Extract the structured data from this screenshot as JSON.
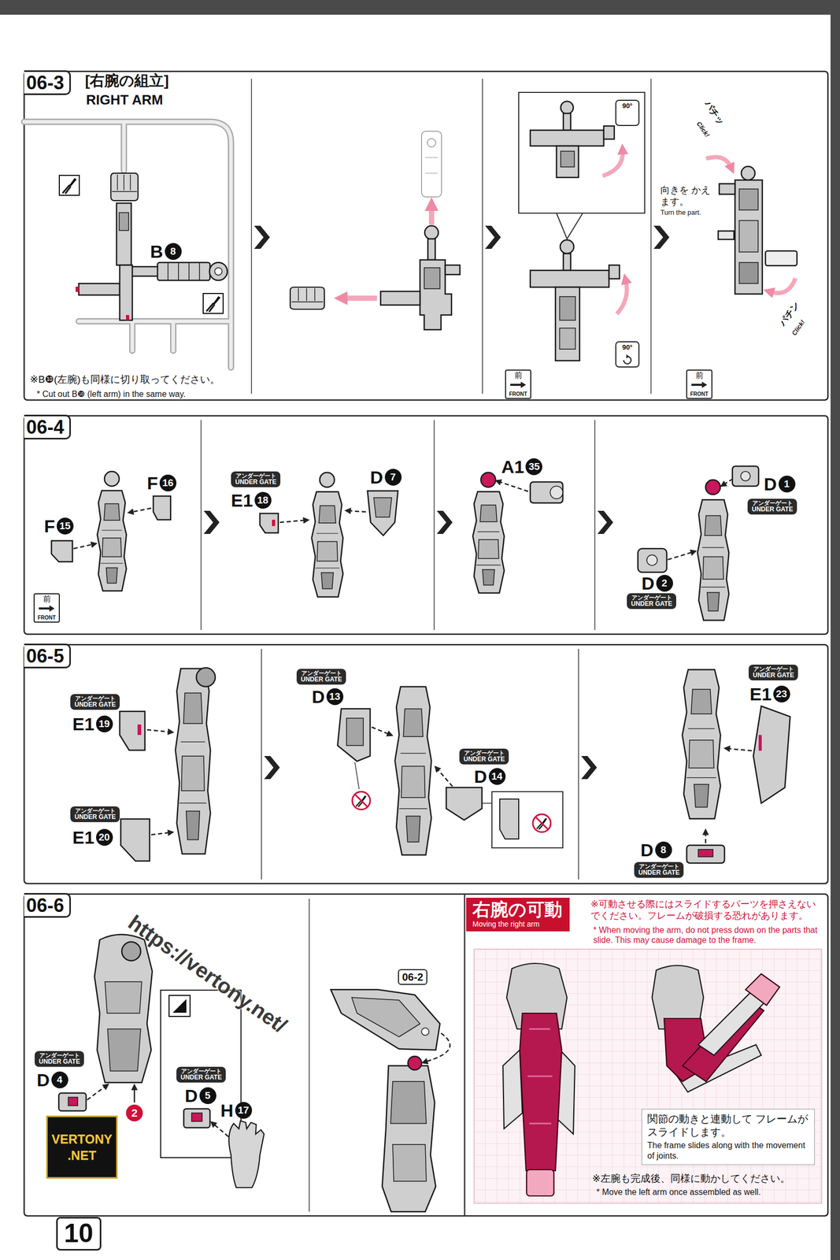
{
  "diagram": {
    "nodes": [
      {
        "text": [
          "06-3"
        ]
      },
      {
        "text": [
          "90°"
        ]
      },
      {
        "text": [
          "90°"
        ]
      },
      {
        "text": [
          "前",
          "FRONT"
        ]
      },
      {
        "text": [
          "前",
          "FRONT"
        ]
      },
      {
        "text": [
          "06-4"
        ]
      },
      {
        "text": [
          "前",
          "FRONT"
        ]
      },
      {
        "text": [
          "アンダーゲート",
          "UNDER GATE"
        ]
      },
      {
        "text": [
          "アンダーゲート",
          "UNDER GATE"
        ]
      },
      {
        "text": [
          "アンダーゲート",
          "UNDER GATE"
        ]
      },
      {
        "text": [
          "06-5"
        ]
      },
      {
        "text": [
          "アンダーゲート",
          "UNDER GATE"
        ]
      },
      {
        "text": [
          "アンダーゲート",
          "UNDER GATE"
        ]
      },
      {
        "text": [
          "アンダーゲート",
          "UNDER GATE"
        ]
      },
      {
        "text": [
          "アンダーゲート",
          "UNDER GATE"
        ]
      },
      {
        "text": [
          "アンダーゲート",
          "UNDER GATE"
        ]
      },
      {
        "text": [
          "アンダーゲート",
          "UNDER GATE"
        ]
      },
      {
        "text": [
          "06-6"
        ]
      },
      {
        "text": [
          "アンダーゲート",
          "UNDER GATE"
        ]
      },
      {
        "text": [
          "アンダーゲート",
          "UNDER GATE"
        ]
      },
      {
        "text": [
          "06-2"
        ]
      },
      {
        "text": [
          "右腕の可動",
          "Moving the right arm"
        ]
      },
      {
        "text": [
          "関節の動きと連動して フレームがスライドします。",
          "The frame slides along with the movement of joints."
        ]
      },
      {
        "text": [
          "VERTONY .NET"
        ]
      },
      {
        "text": [
          "10"
        ]
      }
    ],
    "labels": [
      "[右腕の組立]",
      "RIGHT ARM",
      "B",
      "8",
      "※B❿(左腕)も同様に切り取ってください。",
      "* Cut out B❿ (left arm) in the same way.",
      "向きを かえます。",
      "Turn the part.",
      "パチッ",
      "Click!",
      "パチン",
      "Click!",
      "F",
      "16",
      "F",
      "15",
      "E1",
      "18",
      "D",
      "7",
      "A1",
      "35",
      "D",
      "1",
      "D",
      "2",
      "E1",
      "19",
      "E1",
      "20",
      "D",
      "13",
      "D",
      "14",
      "E1",
      "23",
      "D",
      "8",
      "D",
      "4",
      "2",
      "D",
      "5",
      "H",
      "17",
      "https://vertony.net/",
      "※可動させる際にはスライドするパーツを押さえない でください。フレームが破損する恐れがあります。",
      "* When moving the arm, do not press down on the parts that slide. This may cause damage to the frame.",
      "※左腕も完成後、同様に動かしてください。",
      "* Move the left arm once assembled as well."
    ]
  }
}
